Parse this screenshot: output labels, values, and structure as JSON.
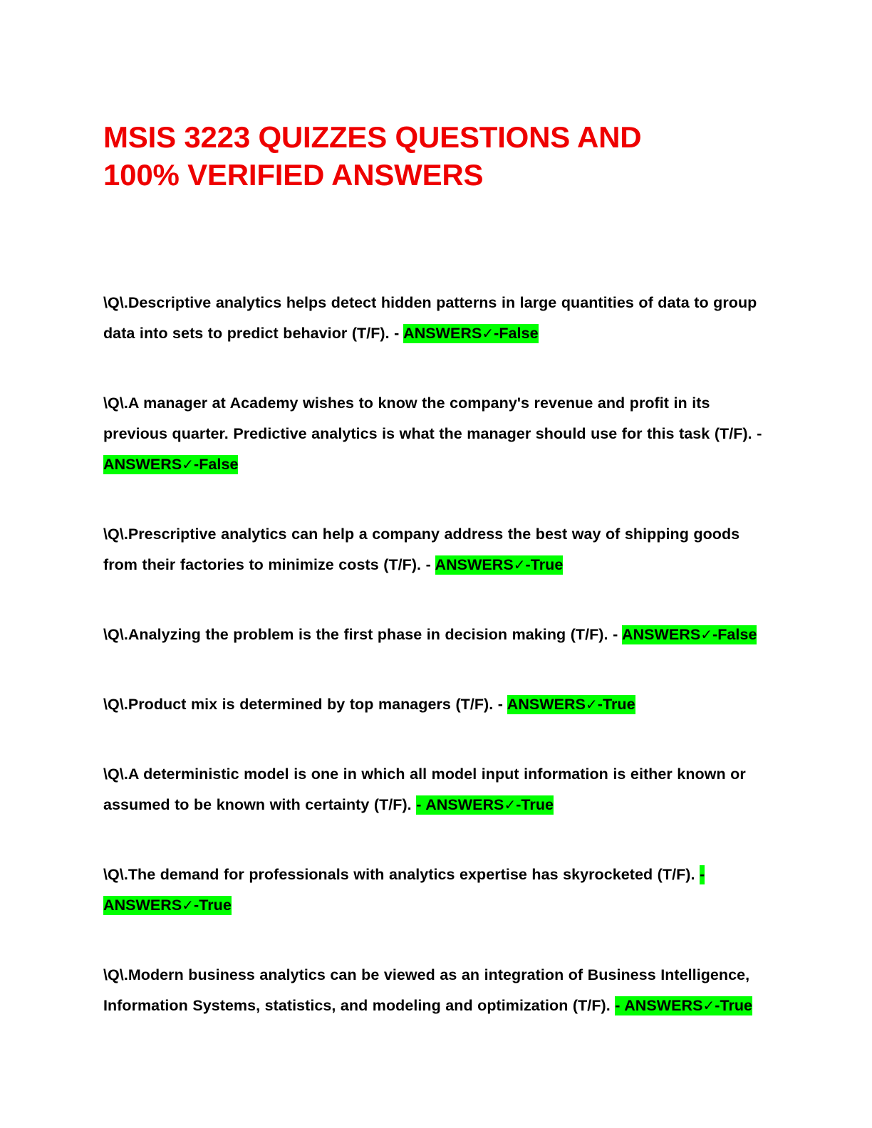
{
  "document": {
    "title": "MSIS 3223 QUIZZES QUESTIONS AND 100% VERIFIED ANSWERS",
    "title_color": "#ee0000",
    "highlight_color": "#00ff00",
    "text_color": "#000000",
    "background_color": "#ffffff",
    "check_glyph": "✓",
    "answer_label": "ANSWERS",
    "question_prefix": "\\Q\\."
  },
  "questions": [
    {
      "prefix": "\\Q\\.",
      "question": "Descriptive analytics helps detect hidden patterns in large quantities of data to group data into sets to predict behavior (T/F).",
      "separator": " - ",
      "dash_highlighted": false,
      "answer_label": "ANSWERS",
      "check": "✓",
      "answer": "-False",
      "answer_value": "False"
    },
    {
      "prefix": "\\Q\\.",
      "question": "A manager at Academy wishes to know the company's revenue and profit in its previous quarter. Predictive analytics is what the manager should use for this task (T/F).",
      "separator": " - ",
      "dash_highlighted": false,
      "answer_label": "ANSWERS",
      "check": "✓",
      "answer": "-False",
      "answer_value": "False"
    },
    {
      "prefix": "\\Q\\.",
      "question": "Prescriptive analytics can help a company address the best way of shipping goods from their factories to minimize costs (T/F).",
      "separator": " - ",
      "dash_highlighted": false,
      "answer_label": "ANSWERS",
      "check": "✓",
      "answer": "-True",
      "answer_value": "True"
    },
    {
      "prefix": "\\Q\\.",
      "question": "Analyzing the problem is the first phase in decision making (T/F).",
      "separator": " - ",
      "dash_highlighted": false,
      "answer_label": "ANSWERS",
      "check": "✓",
      "answer": "-False",
      "answer_value": "False"
    },
    {
      "prefix": "\\Q\\.",
      "question": "Product mix is determined by top managers (T/F).",
      "separator": " - ",
      "dash_highlighted": false,
      "answer_label": "ANSWERS",
      "check": "✓",
      "answer": "-True",
      "answer_value": "True"
    },
    {
      "prefix": "\\Q\\.",
      "question": "A deterministic model is one in which all model input information is either known or assumed to be known with certainty (T/F).",
      "separator": " ",
      "dash_highlighted": true,
      "dash_text": "- ",
      "answer_label": "ANSWERS",
      "check": "✓",
      "answer": "-True",
      "answer_value": "True"
    },
    {
      "prefix": "\\Q\\.",
      "question": "The demand for professionals with analytics expertise has skyrocketed (T/F).",
      "separator": " ",
      "dash_highlighted": true,
      "dash_text": "- ",
      "answer_label": "ANSWERS",
      "check": "✓",
      "answer": "-True",
      "answer_value": "True"
    },
    {
      "prefix": "\\Q\\.",
      "question": "Modern business analytics can be viewed as an integration of Business Intelligence, Information Systems, statistics, and modeling and optimization (T/F).",
      "separator": " ",
      "dash_highlighted": true,
      "dash_text": "- ",
      "answer_label": "ANSWERS",
      "check": "✓",
      "answer": "-True",
      "answer_value": "True"
    }
  ]
}
